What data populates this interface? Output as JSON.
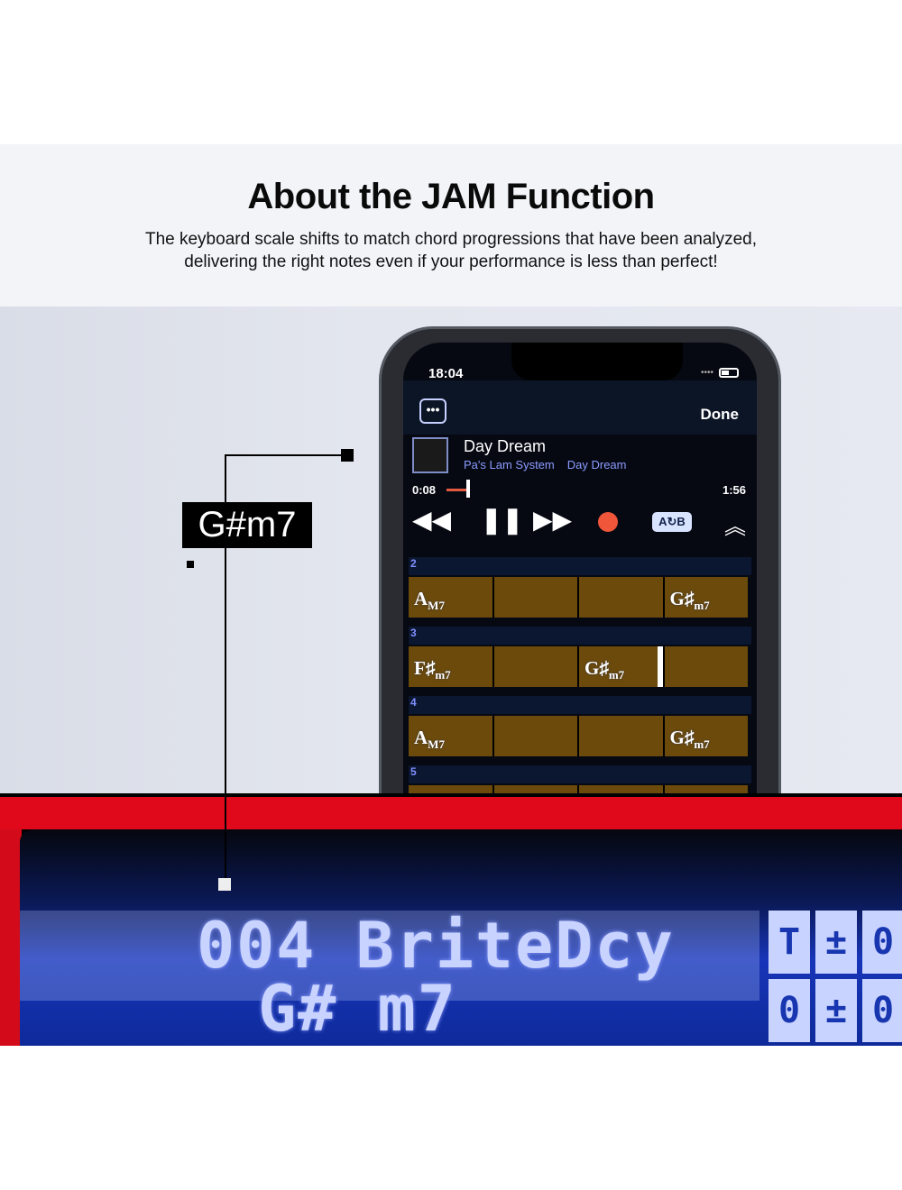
{
  "header": {
    "title": "About the JAM Function",
    "description_line1": "The keyboard scale shifts to match chord progressions that have been analyzed,",
    "description_line2": "delivering the right notes even if your performance is less than perfect!"
  },
  "callout": {
    "chord_label": "G#m7"
  },
  "phone": {
    "status_time": "18:04",
    "menu_icon": "more-dots-icon",
    "done_label": "Done",
    "song_title": "Day Dream",
    "song_artist": "Pa's Lam System",
    "song_album": "Day Dream",
    "elapsed": "0:08",
    "duration": "1:56",
    "progress_fraction": 0.07,
    "ab_label": "A↻B",
    "accent_color": "#f0563a",
    "rows": [
      {
        "number": "2",
        "chords": [
          {
            "root": "A",
            "quality": "M7"
          },
          {
            "root": "",
            "quality": ""
          },
          {
            "root": "",
            "quality": ""
          },
          {
            "root": "G♯",
            "quality": "m7"
          }
        ]
      },
      {
        "number": "3",
        "chords": [
          {
            "root": "F♯",
            "quality": "m7"
          },
          {
            "root": "",
            "quality": ""
          },
          {
            "root": "G♯",
            "quality": "m7"
          },
          {
            "root": "",
            "quality": ""
          }
        ]
      },
      {
        "number": "4",
        "chords": [
          {
            "root": "A",
            "quality": "M7"
          },
          {
            "root": "",
            "quality": ""
          },
          {
            "root": "",
            "quality": ""
          },
          {
            "root": "G♯",
            "quality": "m7"
          }
        ]
      },
      {
        "number": "5"
      }
    ]
  },
  "lcd": {
    "line1": "004 BriteDcy",
    "line2": " G# m7",
    "icons": [
      "T",
      "±",
      "0",
      "0",
      "±",
      "0"
    ]
  }
}
